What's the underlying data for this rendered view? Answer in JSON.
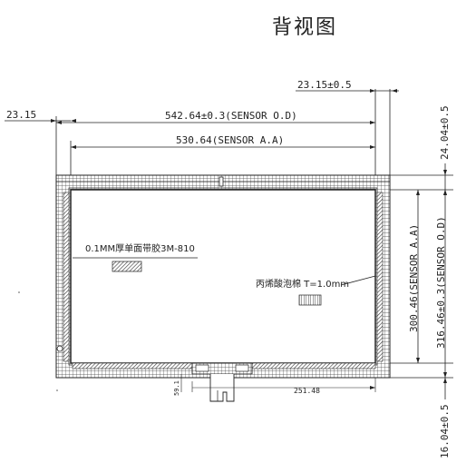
{
  "title": "背视图",
  "dims": {
    "top_right_offset": "23.15±0.5",
    "left_offset": "23.15",
    "sensor_od_width": "542.64±0.3(SENSOR O.D)",
    "sensor_aa_width": "530.64(SENSOR A.A)",
    "right_top_offset": "24.04±0.5",
    "sensor_aa_height": "300.46(SENSOR A.A)",
    "sensor_od_height": "316.46±0.3(SENSOR O.D)",
    "bottom_offset": "16.04±0.5",
    "fpc_offset": "251.48",
    "fpc_small": "59.1"
  },
  "labels": {
    "tape": "0.1MM厚单面带胶3M-810",
    "foam": "丙烯酸泡棉 T=1.0mm"
  },
  "colors": {
    "line": "#222222",
    "hatch": "#555555"
  }
}
